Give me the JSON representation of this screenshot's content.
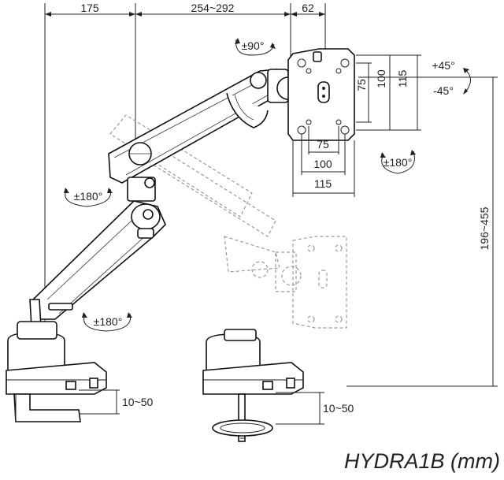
{
  "dimensions": {
    "top_left": "175",
    "top_middle": "254~292",
    "top_right": "62",
    "vesa_h_75": "75",
    "vesa_h_100": "100",
    "vesa_h_115": "115",
    "vesa_v_75": "75",
    "vesa_v_100": "100",
    "vesa_v_115": "115",
    "height_range": "196~455",
    "clamp_left": "10~50",
    "clamp_right": "10~50"
  },
  "rotations": {
    "tilt_up": "+45°",
    "tilt_down": "-45°",
    "swivel_90": "±90°",
    "rotate_180_plate": "±180°",
    "rotate_180_elbow": "±180°",
    "rotate_180_base": "±180°"
  },
  "title": "HYDRA1B (mm)"
}
